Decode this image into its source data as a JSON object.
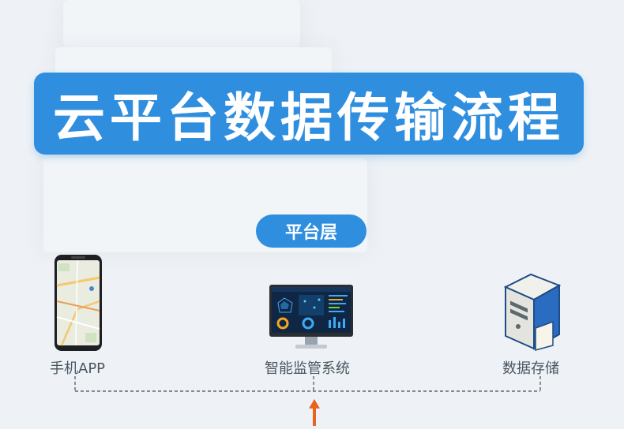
{
  "title": "云平台数据传输流程",
  "layer_label": "平台层",
  "nodes": [
    {
      "label": "手机APP",
      "icon": "phone-map-icon"
    },
    {
      "label": "智能监管系统",
      "icon": "monitor-dashboard-icon"
    },
    {
      "label": "数据存储",
      "icon": "server-icon"
    }
  ],
  "colors": {
    "accent": "#2f8ede",
    "arrow": "#e8631c",
    "connector": "#4a4f55"
  }
}
